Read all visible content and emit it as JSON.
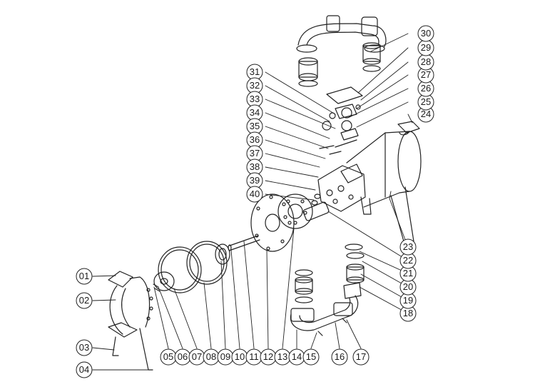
{
  "callouts": {
    "n01": "01",
    "n02": "02",
    "n03": "03",
    "n04": "04",
    "n05": "05",
    "n06": "06",
    "n07": "07",
    "n08": "08",
    "n09": "09",
    "n10": "10",
    "n11": "11",
    "n12": "12",
    "n13": "13",
    "n14": "14",
    "n15": "15",
    "n16": "16",
    "n17": "17",
    "n18": "18",
    "n19": "19",
    "n20": "20",
    "n21": "21",
    "n22": "22",
    "n23": "23",
    "n24": "24",
    "n25": "25",
    "n26": "26",
    "n27": "27",
    "n28": "28",
    "n29": "29",
    "n30": "30",
    "n31": "31",
    "n32": "32",
    "n33": "33",
    "n34": "34",
    "n35": "35",
    "n36": "36",
    "n37": "37",
    "n38": "38",
    "n39": "39",
    "n40": "40"
  },
  "colors": {
    "line": "#222222",
    "callout_fill": "#ffffff"
  }
}
